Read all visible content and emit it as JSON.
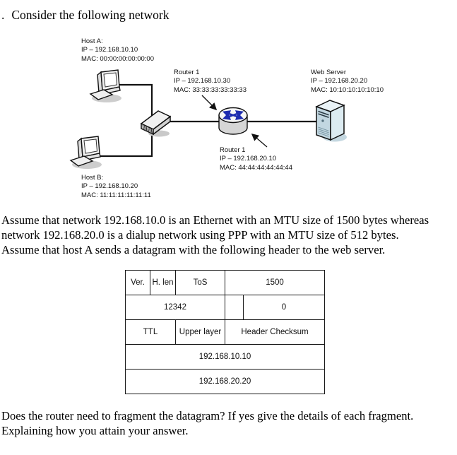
{
  "title": {
    "marker": ".",
    "text": "Consider the following network"
  },
  "diagram": {
    "host_a": {
      "name": "Host A:",
      "ip": "IP – 192.168.10.10",
      "mac": "MAC: 00:00:00:00:00:00"
    },
    "router1_top": {
      "name": "Router 1",
      "ip": "IP – 192.168.10.30",
      "mac": "MAC: 33:33:33:33:33:33"
    },
    "web_server": {
      "name": "Web Server",
      "ip": "IP – 192.168.20.20",
      "mac": "MAC: 10:10:10:10:10:10"
    },
    "router1_bottom": {
      "name": "Router 1",
      "ip": "IP – 192.168.20.10",
      "mac": "MAC: 44:44:44:44:44:44"
    },
    "host_b": {
      "name": "Host B:",
      "ip": "IP – 192.168.10.20",
      "mac": "MAC: 11:11:11:11:11:11"
    },
    "icons": {
      "host_a": "computer-icon",
      "host_b": "computer-icon",
      "hub": "ethernet-hub-icon",
      "router": "router-icon",
      "web_server": "server-tower-icon"
    },
    "colors": {
      "router_arrows": "#1f2db0",
      "server_body": "#c2d7e1",
      "link_line": "#111111"
    }
  },
  "paragraph1": {
    "lines": [
      "Assume that network 192.168.10.0 is an Ethernet with an MTU size of 1500 bytes whereas",
      "network 192.168.20.0 is a dialup network using PPP with an MTU size of 512 bytes.",
      "Assume that host A sends a datagram with the following header to the web server."
    ]
  },
  "ip_header": {
    "ver": "Ver.",
    "hlen": "H. len",
    "tos": "ToS",
    "total_length": "1500",
    "identification": "12342",
    "flags": "",
    "fragment_offset": "0",
    "ttl": "TTL",
    "upper_layer": "Upper layer",
    "header_checksum": "Header Checksum",
    "source_ip": "192.168.10.10",
    "destination_ip": "192.168.20.20"
  },
  "paragraph2": {
    "lines": [
      "Does the router need to fragment the datagram? If yes give the details of each fragment.",
      "Explaining how you attain your answer."
    ]
  }
}
